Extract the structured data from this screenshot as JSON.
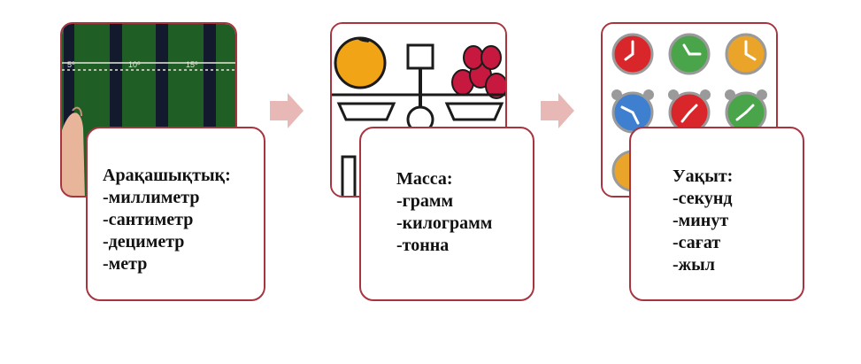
{
  "steps": [
    {
      "heading": "Арақашықтық:",
      "items": [
        "-миллиметр",
        "-сантиметр",
        "-дециметр",
        "-метр"
      ],
      "ruler_labels": [
        "5⁰",
        "10⁰",
        "15⁰"
      ],
      "image_icon": "ruler-measurement-icon"
    },
    {
      "heading": "Масса:",
      "items": [
        "-грамм",
        "-килограмм",
        "-тонна"
      ],
      "image_icon": "balance-scale-icon"
    },
    {
      "heading": "Уақыт:",
      "items": [
        "-секунд",
        "-минут",
        "-сағат",
        "-жыл"
      ],
      "image_icon": "alarm-clocks-icon"
    }
  ],
  "colors": {
    "border": "#a83440",
    "arrow": "#e8b8b6",
    "ruler_bg": "#1f5e25",
    "clock_red": "#d8262b",
    "clock_green": "#4aa54a",
    "clock_orange": "#eba42a",
    "clock_blue": "#3f7fd0"
  }
}
